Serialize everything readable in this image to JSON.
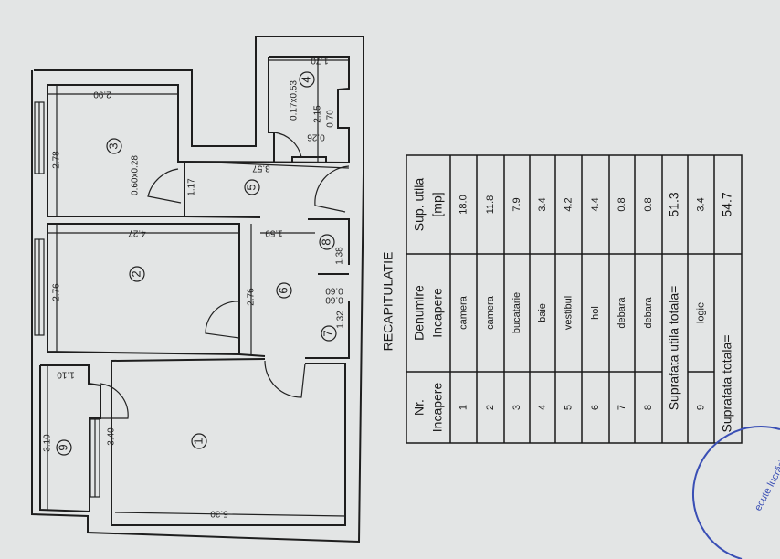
{
  "plan": {
    "rooms": [
      "1",
      "2",
      "3",
      "4",
      "5",
      "6",
      "7",
      "8",
      "9"
    ],
    "dims": {
      "kitchen_width": "2.90",
      "kitchen_depth": "2.78",
      "kitchen_niche": "0.60x0.28",
      "vestibul_depth": "1.17",
      "vestibul_width": "3.57",
      "room2_width": "4.27",
      "hol_width": "1.59",
      "room2_depth": "2.76",
      "hol_depth": "2.76",
      "debara8": "1.38",
      "debara_a": "0.60",
      "debara_b": "0.60",
      "debara7": "1.32",
      "logie_width": "1.10",
      "logie_depth": "3.10",
      "room1_depth": "3.40",
      "room1_width": "5.30",
      "bath_width": "1.70",
      "bath_niche": "0.17x0.53",
      "bath_depth": "2.15",
      "bath_door": "0.70",
      "bath_small": "0.26"
    }
  },
  "table": {
    "title": "RECAPITULATIE",
    "headers": [
      "Nr. Incapere",
      "Denumire Incapere",
      "Sup. utila [mp]"
    ],
    "rows": [
      {
        "nr": "1",
        "name": "camera",
        "area": "18.0"
      },
      {
        "nr": "2",
        "name": "camera",
        "area": "11.8"
      },
      {
        "nr": "3",
        "name": "bucatarie",
        "area": "7.9"
      },
      {
        "nr": "4",
        "name": "baie",
        "area": "3.4"
      },
      {
        "nr": "5",
        "name": "vestibul",
        "area": "4.2"
      },
      {
        "nr": "6",
        "name": "hol",
        "area": "4.4"
      },
      {
        "nr": "7",
        "name": "debara",
        "area": "0.8"
      },
      {
        "nr": "8",
        "name": "debara",
        "area": "0.8"
      }
    ],
    "subtotal": {
      "label": "Suprafata utila totala=",
      "area": "51.3"
    },
    "extra": {
      "nr": "9",
      "name": "logie",
      "area": "3.4"
    },
    "total": {
      "label": "Suprafata totala=",
      "area": "54.7"
    }
  },
  "stamp": {
    "text": "ecute lucrări de c",
    "color": "#3a4fb5"
  }
}
